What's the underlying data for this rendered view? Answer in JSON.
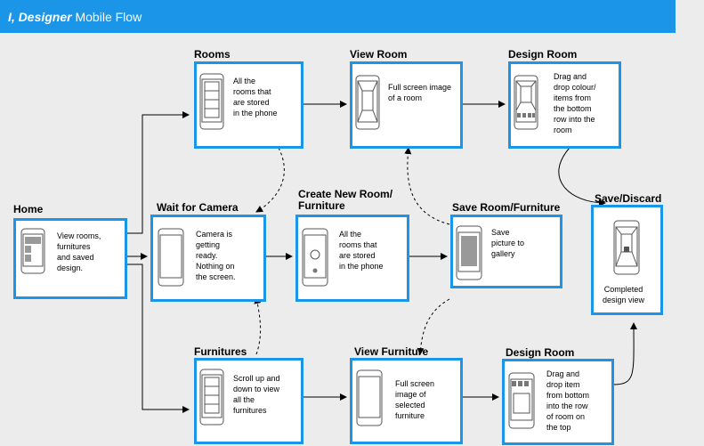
{
  "header": {
    "title_prefix": "I, Designer",
    "title_suffix": " Mobile Flow"
  },
  "nodes": {
    "home": {
      "title": "Home",
      "lines": [
        "View rooms,",
        "furnitures",
        "and saved",
        "design."
      ]
    },
    "rooms": {
      "title": "Rooms",
      "lines": [
        "All the",
        "rooms that",
        "are stored",
        "in the phone"
      ]
    },
    "view_room": {
      "title": "View Room",
      "lines": [
        "Full screen image",
        "of a room"
      ]
    },
    "design_room_top": {
      "title": "Design Room",
      "lines": [
        "Drag and",
        "drop colour/",
        "items from",
        "the bottom",
        "row into the",
        "room"
      ]
    },
    "wait_camera": {
      "title": "Wait for Camera",
      "lines": [
        "Camera is",
        "getting",
        "ready.",
        "Nothing on",
        "the screen."
      ]
    },
    "create_new": {
      "title_lines": [
        "Create New Room/",
        "Furniture"
      ],
      "lines": [
        "All the",
        "rooms that",
        "are stored",
        "in the phone"
      ]
    },
    "save_room": {
      "title": "Save Room/Furniture",
      "lines": [
        "Save",
        "picture to",
        "gallery"
      ]
    },
    "save_discard": {
      "title": "Save/Discard",
      "lines": [
        "Completed",
        "design view"
      ]
    },
    "furnitures": {
      "title": "Furnitures",
      "lines": [
        "Scroll up and",
        "down to view",
        "all the",
        "furnitures"
      ]
    },
    "view_furniture": {
      "title": "View Furniture",
      "lines": [
        "Full screen",
        "image of",
        "selected",
        "furniture"
      ]
    },
    "design_room_bot": {
      "title": "Design Room",
      "lines": [
        "Drag and",
        "drop item",
        "from bottom",
        "into the row",
        "of room on",
        "the top"
      ]
    }
  },
  "colors": {
    "accent": "#1a95e8",
    "background": "#ececec",
    "edge": "#000000"
  },
  "icons": [
    "phone-list-icon",
    "phone-room-icon",
    "phone-camera-icon",
    "phone-blank-icon",
    "phone-gallery-icon",
    "phone-design-icon"
  ]
}
